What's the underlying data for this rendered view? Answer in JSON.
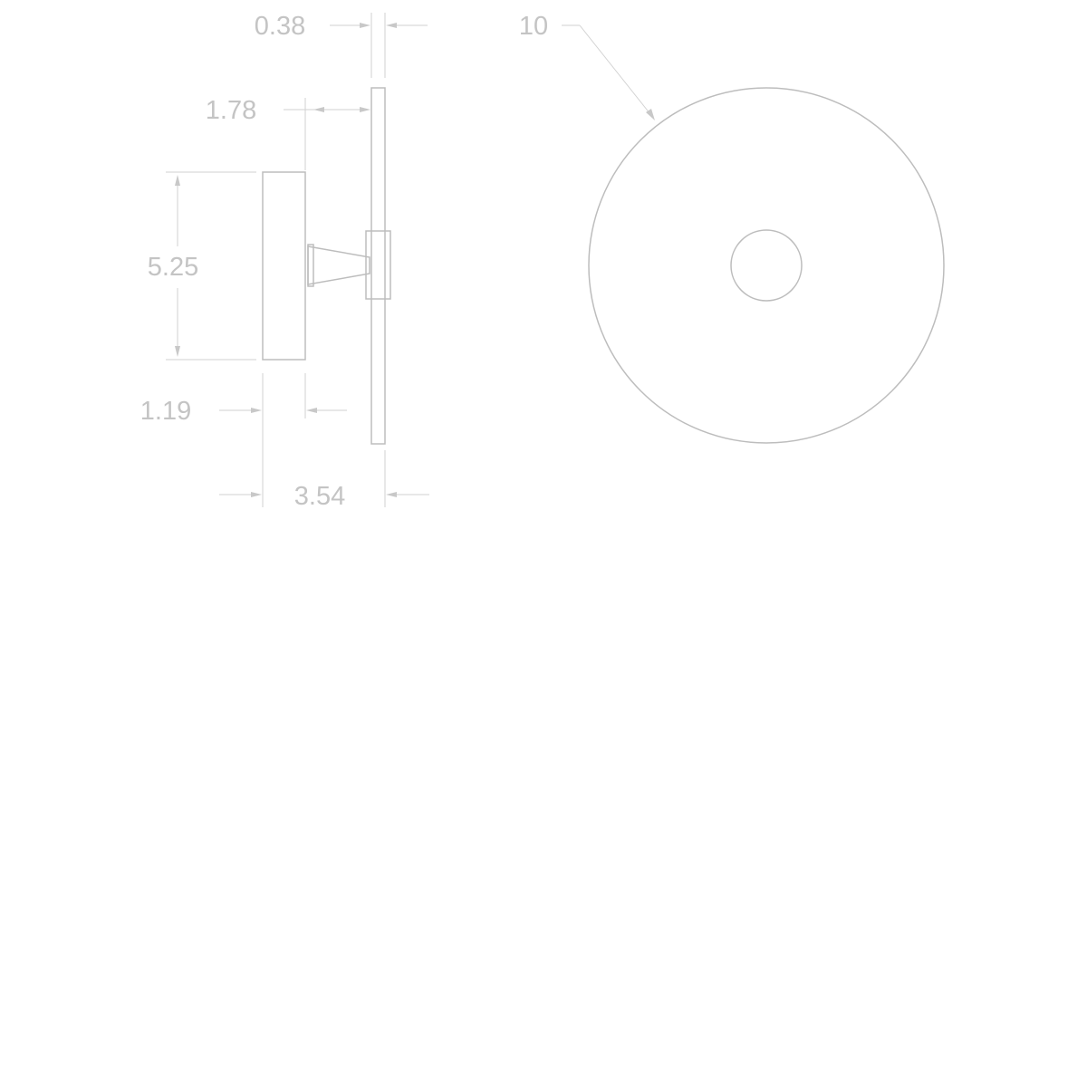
{
  "dimensions": {
    "plate_thickness": "0.38",
    "stem_offset": "1.78",
    "magnet_height": "5.25",
    "magnet_thickness": "1.19",
    "overall_depth": "3.54",
    "plate_diameter": "10"
  },
  "colors": {
    "line": "#bdbdbd",
    "text": "#c4c4c4",
    "background": "#ffffff"
  }
}
